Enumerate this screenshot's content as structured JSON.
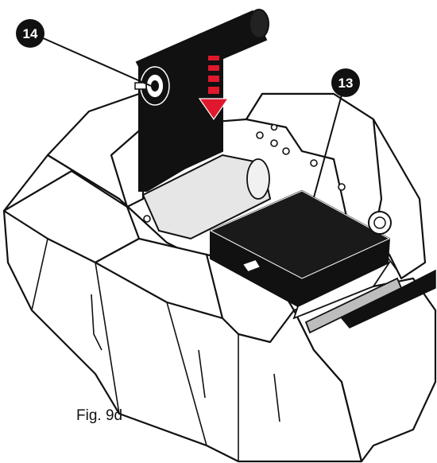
{
  "figure": {
    "caption": "Fig. 9d",
    "callouts": [
      {
        "label": "14",
        "refers_to": "ribbon-supply-roll"
      },
      {
        "label": "13",
        "refers_to": "ribbon-take-up-assembly"
      }
    ],
    "colors": {
      "outline": "#111111",
      "ribbon": "#111111",
      "arrow": "#e0182d",
      "roller": "#e6e6e6",
      "body": "#ffffff"
    }
  }
}
